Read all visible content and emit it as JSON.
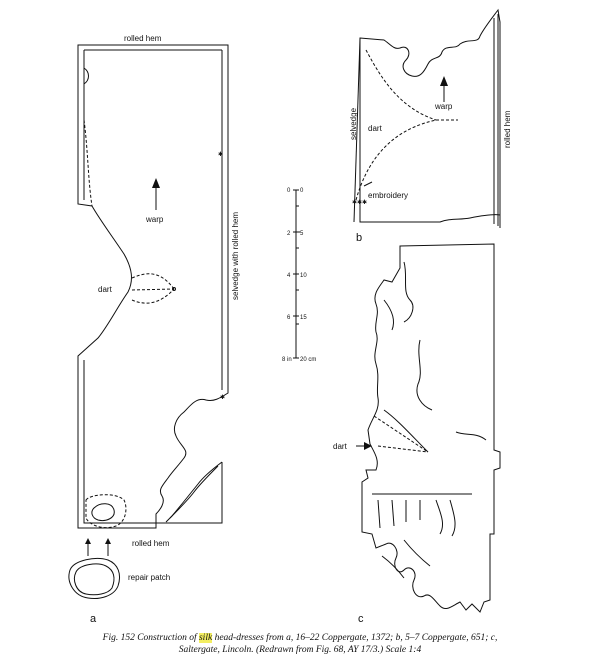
{
  "figure_a": {
    "top_label": "rolled hem",
    "side_label": "selvedge with rolled hem",
    "warp_label": "warp",
    "dart_label": "dart",
    "bottom_label": "rolled hem",
    "patch_label": "repair patch",
    "panel_letter": "a"
  },
  "figure_b": {
    "selvedge_label": "selvedge",
    "dart_label": "dart",
    "warp_label": "warp",
    "rolled_hem_label": "rolled hem",
    "embroidery_label": "embroidery",
    "panel_letter": "b"
  },
  "figure_c": {
    "dart_label": "dart",
    "panel_letter": "c"
  },
  "scale_bar": {
    "inch_ticks": [
      "0",
      "2",
      "4",
      "6",
      "8 in"
    ],
    "cm_ticks": [
      "0",
      "5",
      "10",
      "15",
      "20 cm"
    ]
  },
  "caption": {
    "prefix": "Fig. 152 Construction of ",
    "highlight": "silk",
    "line1_rest": " head-dresses from a, 16–22 Coppergate, 1372; b, 5–7 Coppergate, 651; c,",
    "line2": "Saltergate, Lincoln. (Redrawn from Fig. 68, AY 17/3.) Scale 1:4"
  }
}
